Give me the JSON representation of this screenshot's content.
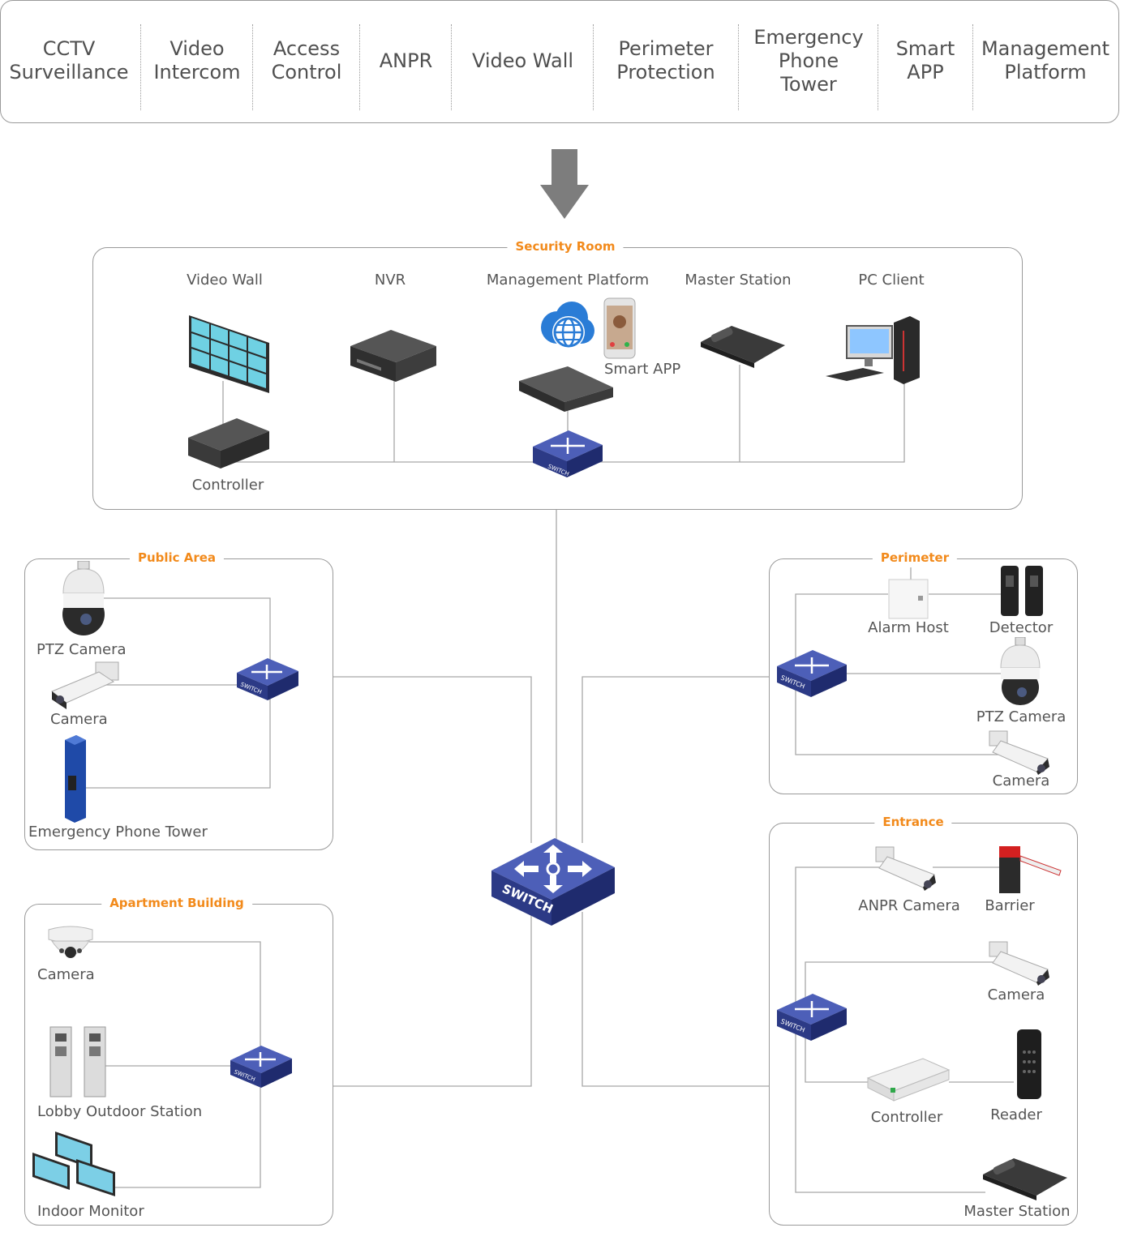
{
  "solutions": [
    "CCTV\nSurveillance",
    "Video\nIntercom",
    "Access\nControl",
    "ANPR",
    "Video Wall",
    "Perimeter\nProtection",
    "Emergency\nPhone\nTower",
    "Smart\nAPP",
    "Management\nPlatform"
  ],
  "security_room": {
    "title": "Security Room",
    "labels": {
      "video_wall": "Video Wall",
      "nvr": "NVR",
      "management_platform": "Management Platform",
      "master_station": "Master Station",
      "pc_client": "PC Client",
      "smart_app": "Smart APP",
      "controller": "Controller"
    }
  },
  "public_area": {
    "title": "Public Area",
    "labels": {
      "ptz_camera": "PTZ Camera",
      "camera": "Camera",
      "emergency_tower": "Emergency Phone Tower"
    }
  },
  "apartment": {
    "title": "Apartment Building",
    "labels": {
      "camera": "Camera",
      "lobby": "Lobby Outdoor Station",
      "indoor": "Indoor Monitor"
    }
  },
  "perimeter": {
    "title": "Perimeter",
    "labels": {
      "alarm_host": "Alarm Host",
      "detector": "Detector",
      "ptz_camera": "PTZ Camera",
      "camera": "Camera"
    }
  },
  "entrance": {
    "title": "Entrance",
    "labels": {
      "anpr_camera": "ANPR Camera",
      "barrier": "Barrier",
      "camera": "Camera",
      "controller": "Controller",
      "reader": "Reader",
      "master_station": "Master Station"
    }
  },
  "switch_text": "SWITCH",
  "colors": {
    "accent": "#f28a1b",
    "switch_blue": "#3b4ba0",
    "line": "#9a9a9a",
    "arrow": "#7d7d7d"
  }
}
